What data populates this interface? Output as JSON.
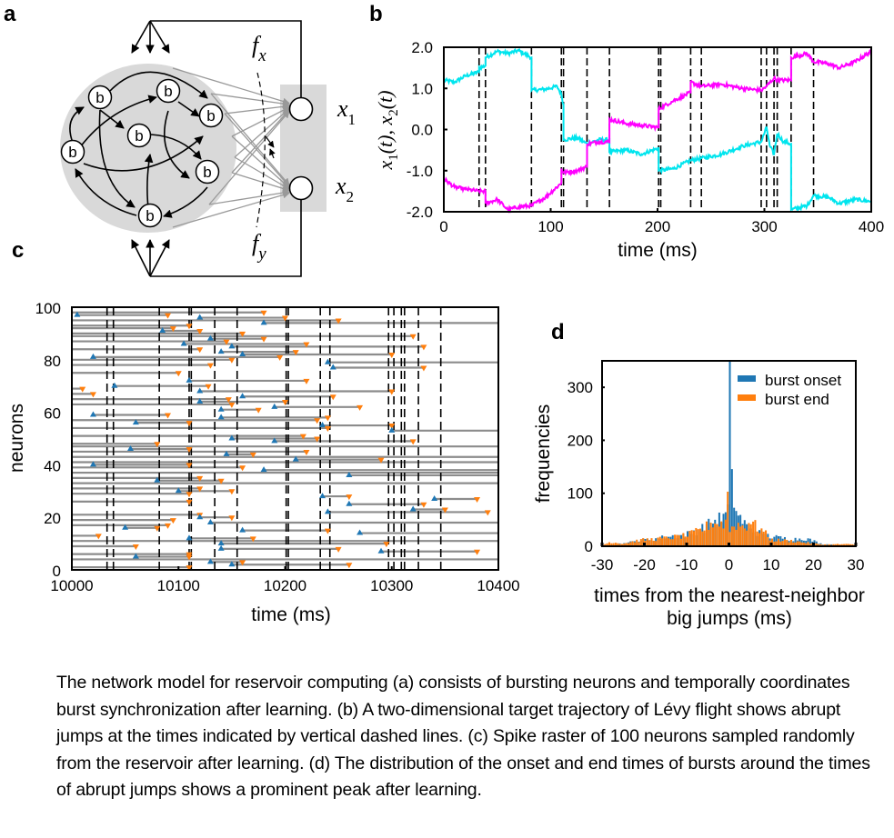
{
  "panels": {
    "a": {
      "label": "a",
      "node_label": "b",
      "node_count": 7,
      "readout_labels": {
        "x1_base": "x",
        "x1_sub": "1",
        "x2_base": "x",
        "x2_sub": "2"
      },
      "feedback_labels": {
        "fx_base": "f",
        "fx_sub": "x",
        "fy_base": "f",
        "fy_sub": "y"
      }
    },
    "b": {
      "label": "b"
    },
    "c": {
      "label": "c"
    },
    "d": {
      "label": "d"
    }
  },
  "chart_data": [
    {
      "id": "b",
      "type": "line",
      "title": "",
      "xlabel": "time (ms)",
      "ylabel": {
        "parts": [
          "x",
          "1",
          "(t),  ",
          "x",
          "2",
          "(t)"
        ]
      },
      "xlim": [
        0,
        400
      ],
      "ylim": [
        -2.0,
        2.0
      ],
      "xticks": [
        0,
        100,
        200,
        300,
        400
      ],
      "xtick_labels": [
        "0",
        "100",
        "200",
        "300",
        "400"
      ],
      "yticks": [
        -2.0,
        -1.0,
        0.0,
        1.0,
        2.0
      ],
      "ytick_labels": [
        "-2.0",
        "-1.0",
        "0.0",
        "1.0",
        "2.0"
      ],
      "jump_times": [
        33,
        39,
        82,
        110,
        112,
        134,
        155,
        201,
        203,
        231,
        241,
        297,
        302,
        309,
        312,
        325,
        346
      ],
      "series": [
        {
          "name": "x1(t)",
          "color": "#00e5ee",
          "points": [
            [
              0,
              1.2
            ],
            [
              10,
              1.15
            ],
            [
              20,
              1.3
            ],
            [
              33,
              1.4
            ],
            [
              33,
              1.5
            ],
            [
              39,
              1.55
            ],
            [
              39,
              1.75
            ],
            [
              50,
              1.9
            ],
            [
              60,
              1.85
            ],
            [
              70,
              1.92
            ],
            [
              82,
              1.75
            ],
            [
              82,
              0.95
            ],
            [
              95,
              0.98
            ],
            [
              106,
              1.05
            ],
            [
              110,
              0.85
            ],
            [
              112,
              0.6
            ],
            [
              112,
              -0.25
            ],
            [
              125,
              -0.2
            ],
            [
              134,
              -0.35
            ],
            [
              145,
              -0.25
            ],
            [
              155,
              -0.25
            ],
            [
              155,
              -0.55
            ],
            [
              170,
              -0.5
            ],
            [
              185,
              -0.6
            ],
            [
              201,
              -0.45
            ],
            [
              201,
              -1.0
            ],
            [
              215,
              -0.95
            ],
            [
              231,
              -0.75
            ],
            [
              241,
              -0.7
            ],
            [
              260,
              -0.6
            ],
            [
              280,
              -0.4
            ],
            [
              297,
              -0.3
            ],
            [
              302,
              0.05
            ],
            [
              305,
              -0.4
            ],
            [
              309,
              -0.6
            ],
            [
              312,
              -0.1
            ],
            [
              318,
              -0.3
            ],
            [
              325,
              -0.35
            ],
            [
              325,
              -1.95
            ],
            [
              340,
              -1.85
            ],
            [
              346,
              -1.6
            ],
            [
              360,
              -1.65
            ],
            [
              370,
              -1.8
            ],
            [
              385,
              -1.7
            ],
            [
              400,
              -1.75
            ]
          ]
        },
        {
          "name": "x2(t)",
          "color": "#ff00ff",
          "points": [
            [
              0,
              -1.2
            ],
            [
              10,
              -1.4
            ],
            [
              20,
              -1.45
            ],
            [
              33,
              -1.5
            ],
            [
              39,
              -1.5
            ],
            [
              39,
              -1.8
            ],
            [
              50,
              -1.7
            ],
            [
              60,
              -1.95
            ],
            [
              70,
              -1.88
            ],
            [
              82,
              -1.85
            ],
            [
              95,
              -1.65
            ],
            [
              110,
              -1.3
            ],
            [
              110,
              -0.95
            ],
            [
              112,
              -1.05
            ],
            [
              125,
              -1.0
            ],
            [
              134,
              -0.9
            ],
            [
              134,
              -0.35
            ],
            [
              145,
              -0.3
            ],
            [
              155,
              -0.3
            ],
            [
              155,
              0.25
            ],
            [
              170,
              0.15
            ],
            [
              185,
              0.1
            ],
            [
              201,
              0.05
            ],
            [
              201,
              0.5
            ],
            [
              215,
              0.7
            ],
            [
              231,
              0.9
            ],
            [
              231,
              1.15
            ],
            [
              241,
              1.05
            ],
            [
              260,
              1.1
            ],
            [
              280,
              1.0
            ],
            [
              297,
              0.95
            ],
            [
              302,
              1.05
            ],
            [
              309,
              1.25
            ],
            [
              312,
              1.2
            ],
            [
              325,
              1.2
            ],
            [
              325,
              1.75
            ],
            [
              340,
              1.85
            ],
            [
              346,
              1.65
            ],
            [
              360,
              1.6
            ],
            [
              370,
              1.5
            ],
            [
              385,
              1.65
            ],
            [
              400,
              1.9
            ]
          ]
        }
      ]
    },
    {
      "id": "c",
      "type": "scatter",
      "title": "",
      "xlabel": "time (ms)",
      "ylabel": "neurons",
      "xlim": [
        10000,
        10400
      ],
      "ylim": [
        0,
        100
      ],
      "xticks": [
        10000,
        10100,
        10200,
        10300,
        10400
      ],
      "xtick_labels": [
        "10000",
        "10100",
        "10200",
        "10300",
        "10400"
      ],
      "yticks": [
        0,
        20,
        40,
        60,
        80,
        100
      ],
      "ytick_labels": [
        "0",
        "20",
        "40",
        "60",
        "80",
        "100"
      ],
      "jump_times": [
        10033,
        10039,
        10082,
        10110,
        10112,
        10134,
        10155,
        10201,
        10203,
        10233,
        10242,
        10297,
        10302,
        10309,
        10312,
        10325,
        10346
      ],
      "markers": {
        "burst_onset": {
          "shape": "triangle-up",
          "color": "#1f77b4"
        },
        "burst_end": {
          "shape": "triangle-down",
          "color": "#ff7f0e"
        },
        "burst_line_color": "#8c8c8c"
      },
      "bursts": [
        [
          98,
          10000,
          10180
        ],
        [
          97,
          10005,
          10090
        ],
        [
          96,
          10120,
          10200
        ],
        [
          95,
          10000,
          10250
        ],
        [
          94,
          10180,
          10400
        ],
        [
          93,
          10000,
          10110
        ],
        [
          92,
          10000,
          10095
        ],
        [
          91,
          10085,
          10120
        ],
        [
          90,
          10000,
          10160
        ],
        [
          89,
          10000,
          10320
        ],
        [
          88,
          10130,
          10180
        ],
        [
          87,
          10000,
          10145
        ],
        [
          86,
          10105,
          10220
        ],
        [
          85,
          10150,
          10330
        ],
        [
          84,
          10000,
          10120
        ],
        [
          83,
          10140,
          10210
        ],
        [
          82,
          10160,
          10300
        ],
        [
          81,
          10020,
          10195
        ],
        [
          80,
          10000,
          10150
        ],
        [
          79,
          10240,
          10400
        ],
        [
          78,
          10000,
          10130
        ],
        [
          77,
          10245,
          10330
        ],
        [
          75,
          10000,
          10100
        ],
        [
          72,
          10110,
          10220
        ],
        [
          70,
          10040,
          10128
        ],
        [
          69,
          10000,
          10010
        ],
        [
          68,
          10120,
          10300
        ],
        [
          67,
          10000,
          10020
        ],
        [
          66,
          10160,
          10245
        ],
        [
          65,
          10000,
          10147
        ],
        [
          64,
          10120,
          10200
        ],
        [
          63,
          10000,
          10150
        ],
        [
          62,
          10190,
          10270
        ],
        [
          61,
          10140,
          10175
        ],
        [
          59,
          10020,
          10090
        ],
        [
          58,
          10140,
          10240
        ],
        [
          57,
          10000,
          10230
        ],
        [
          56,
          10060,
          10110
        ],
        [
          55,
          10235,
          10300
        ],
        [
          54,
          10000,
          10240
        ],
        [
          53,
          10300,
          10400
        ],
        [
          51,
          10000,
          10217
        ],
        [
          50,
          10150,
          10230
        ],
        [
          49,
          10190,
          10320
        ],
        [
          48,
          10000,
          10080
        ],
        [
          47,
          10000,
          10400
        ],
        [
          46,
          10055,
          10110
        ],
        [
          45,
          10000,
          10220
        ],
        [
          44,
          10145,
          10170
        ],
        [
          43,
          10000,
          10400
        ],
        [
          42,
          10210,
          10290
        ],
        [
          41,
          10000,
          10400
        ],
        [
          40,
          10020,
          10110
        ],
        [
          39,
          10000,
          10160
        ],
        [
          38,
          10180,
          10400
        ],
        [
          37,
          10000,
          10400
        ],
        [
          36,
          10260,
          10400
        ],
        [
          35,
          10000,
          10120
        ],
        [
          34,
          10080,
          10140
        ],
        [
          33,
          10000,
          10400
        ],
        [
          31,
          10000,
          10120
        ],
        [
          30,
          10100,
          10150
        ],
        [
          29,
          10000,
          10110
        ],
        [
          28,
          10235,
          10260
        ],
        [
          27,
          10340,
          10380
        ],
        [
          26,
          10000,
          10110
        ],
        [
          25,
          10260,
          10330
        ],
        [
          23,
          10320,
          10350
        ],
        [
          22,
          10240,
          10390
        ],
        [
          21,
          10000,
          10120
        ],
        [
          20,
          10120,
          10150
        ],
        [
          19,
          10000,
          10095
        ],
        [
          18,
          10130,
          10400
        ],
        [
          17,
          10000,
          10090
        ],
        [
          16,
          10050,
          10080
        ],
        [
          15,
          10160,
          10240
        ],
        [
          14,
          10270,
          10400
        ],
        [
          13,
          10000,
          10025
        ],
        [
          12,
          10110,
          10170
        ],
        [
          11,
          10000,
          10400
        ],
        [
          10,
          10140,
          10295
        ],
        [
          9,
          10000,
          10060
        ],
        [
          8,
          10140,
          10250
        ],
        [
          7,
          10290,
          10380
        ],
        [
          6,
          10000,
          10110
        ],
        [
          5,
          10060,
          10110
        ],
        [
          4,
          10000,
          10400
        ],
        [
          3,
          10130,
          10160
        ],
        [
          2,
          10150,
          10260
        ],
        [
          1,
          10000,
          10110
        ]
      ]
    },
    {
      "id": "d",
      "type": "bar",
      "title": "",
      "xlabel": "times from the nearest-neighbor",
      "xlabel_line2": "big jumps (ms)",
      "ylabel": "frequencies",
      "xlim": [
        -30,
        30
      ],
      "ylim": [
        0,
        350
      ],
      "xticks": [
        -30,
        -20,
        -10,
        0,
        10,
        20,
        30
      ],
      "xtick_labels": [
        "-30",
        "-20",
        "-10",
        "0",
        "10",
        "20",
        "30"
      ],
      "yticks": [
        0,
        100,
        200,
        300
      ],
      "ytick_labels": [
        "0",
        "100",
        "200",
        "300"
      ],
      "bin_width": 0.5,
      "legend": {
        "position": "top-right",
        "entries": [
          "burst onset",
          "burst end"
        ]
      },
      "series": [
        {
          "name": "burst onset",
          "color": "#1f77b4",
          "peak_x": 0.25,
          "peak_value": 350,
          "profile": [
            [
              -30,
              2
            ],
            [
              -25,
              5
            ],
            [
              -20,
              12
            ],
            [
              -15,
              17
            ],
            [
              -10,
              22
            ],
            [
              -6,
              35
            ],
            [
              -3,
              48
            ],
            [
              -1,
              55
            ],
            [
              0,
              70
            ],
            [
              0.25,
              350
            ],
            [
              0.75,
              115
            ],
            [
              1.25,
              90
            ],
            [
              2,
              60
            ],
            [
              4,
              40
            ],
            [
              6,
              30
            ],
            [
              8,
              22
            ],
            [
              10,
              18
            ],
            [
              15,
              13
            ],
            [
              18,
              15
            ],
            [
              20,
              10
            ],
            [
              22,
              4
            ],
            [
              25,
              3
            ],
            [
              30,
              2
            ]
          ]
        },
        {
          "name": "burst end",
          "color": "#ff7f0e",
          "peak_x": -0.25,
          "peak_value": 103,
          "profile": [
            [
              -30,
              2
            ],
            [
              -28,
              8
            ],
            [
              -25,
              5
            ],
            [
              -22,
              10
            ],
            [
              -20,
              12
            ],
            [
              -15,
              15
            ],
            [
              -10,
              20
            ],
            [
              -6,
              32
            ],
            [
              -4,
              45
            ],
            [
              -2,
              42
            ],
            [
              -0.75,
              45
            ],
            [
              -0.25,
              103
            ],
            [
              0.25,
              30
            ],
            [
              1,
              38
            ],
            [
              2,
              42
            ],
            [
              4,
              35
            ],
            [
              5,
              50
            ],
            [
              7,
              32
            ],
            [
              8,
              30
            ],
            [
              10,
              12
            ],
            [
              15,
              10
            ],
            [
              20,
              5
            ],
            [
              23,
              3
            ],
            [
              27,
              4
            ],
            [
              30,
              3
            ]
          ]
        }
      ]
    }
  ],
  "caption": "The network model for reservoir computing (a) consists of bursting neurons and temporally coordinates burst synchronization after learning. (b) A two-dimensional target trajectory of Lévy flight shows abrupt jumps at the times indicated by vertical dashed lines. (c) Spike raster of 100 neurons sampled randomly from the reservoir after learning. (d) The distribution of the onset and end times of bursts around the times of abrupt jumps shows a prominent peak after learning."
}
